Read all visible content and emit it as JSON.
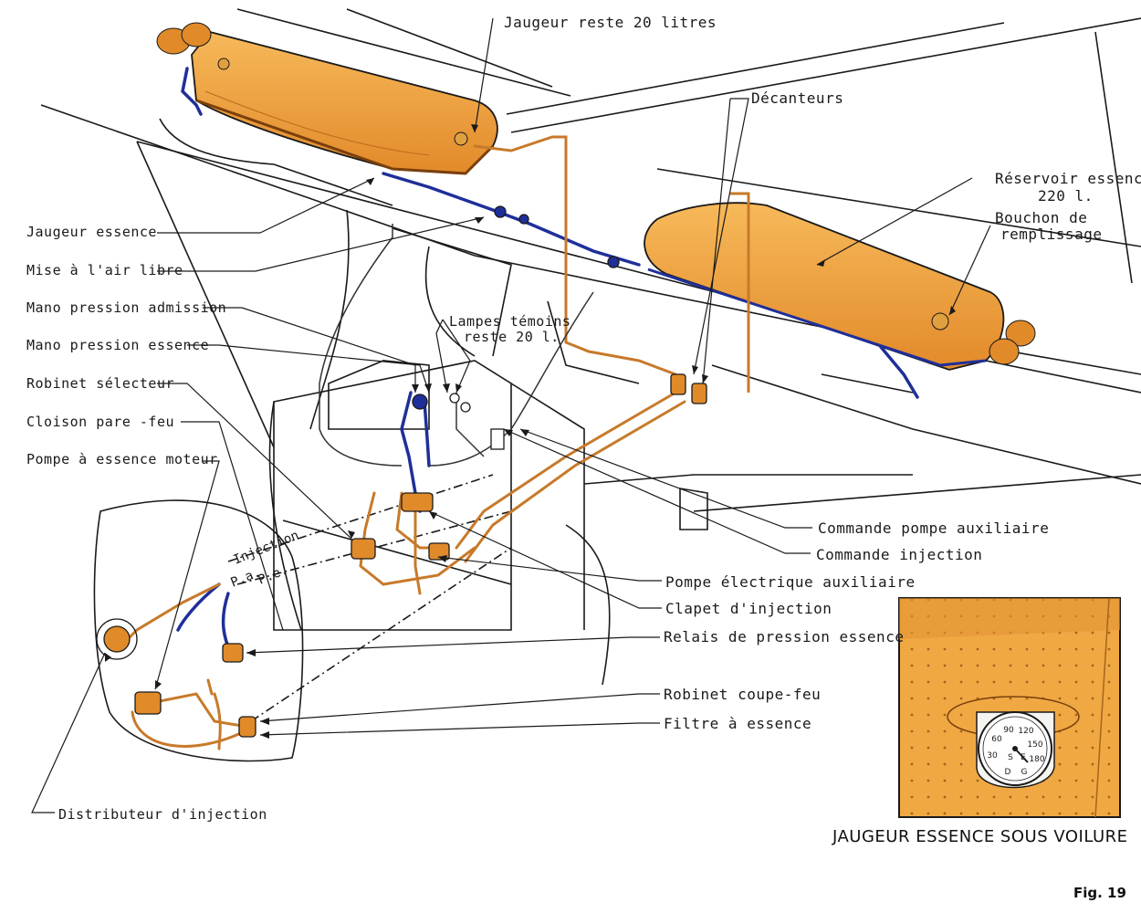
{
  "labels": {
    "jaugeur_20": "Jaugeur  reste 20 litres",
    "decanteurs": "Décanteurs",
    "reservoir_1": "Réservoir essence",
    "reservoir_2": "220 l.",
    "bouchon_1": "Bouchon  de",
    "bouchon_2": "remplissage",
    "jaugeur_essence": "Jaugeur  essence",
    "mise_air": "Mise à l'air libre",
    "mano_admission": "Mano pression admission",
    "mano_essence": "Mano pression essence",
    "lampes_1": "Lampes témoins",
    "lampes_2": "reste 20 l.",
    "robinet_selecteur": "Robinet  sélecteur",
    "cloison": "Cloison  pare -feu",
    "pompe_moteur": "Pompe à essence moteur",
    "injection": "Injection",
    "pa": "P.a.",
    "pe": "P.e.",
    "commande_pompe": "Commande  pompe  auxiliaire",
    "commande_injection": "Commande  injection",
    "pompe_electrique": "Pompe  électrique  auxiliaire",
    "clapet": "Clapet   d'injection",
    "relais": "Relais   de  pression  essence",
    "robinet_coupe": "Robinet  coupe-feu",
    "filtre": "Filtre  à   essence",
    "distributeur": "Distributeur  d'injection"
  },
  "gauge": {
    "ticks": [
      "30",
      "60",
      "90",
      "120",
      "150",
      "180",
      "S",
      "E",
      "D",
      "G"
    ]
  },
  "inset_caption": "JAUGEUR ESSENCE SOUS VOILURE",
  "figure_number": "Fig. 19",
  "colors": {
    "tank_fill": "#f2a441",
    "tank_dark": "#d9791f",
    "blue_line": "#1f2f9a",
    "orange_line": "#c77a2a",
    "outline": "#1a1a1a"
  }
}
